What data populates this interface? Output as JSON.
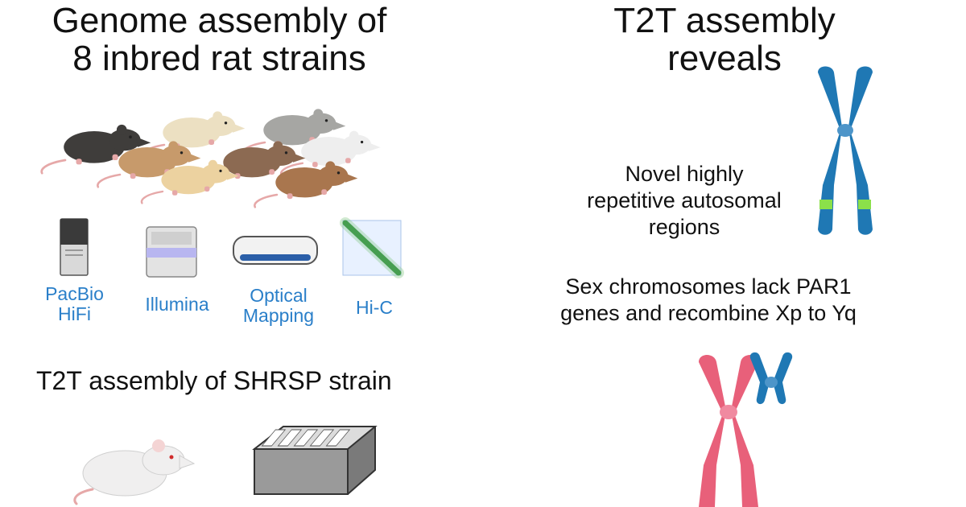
{
  "left_panel": {
    "title_line1": "Genome assembly of",
    "title_line2": "8 inbred rat strains",
    "technologies": [
      {
        "line1": "PacBio",
        "line2": "HiFi",
        "icon": "sequencer-icon"
      },
      {
        "line1": "Illumina",
        "line2": "",
        "icon": "illumina-sequencer-icon"
      },
      {
        "line1": "Optical",
        "line2": "Mapping",
        "icon": "optical-mapping-instrument-icon"
      },
      {
        "line1": "Hi-C",
        "line2": "",
        "icon": "hic-contact-map-icon"
      }
    ],
    "subtitle": "T2T assembly of SHRSP strain"
  },
  "right_panel": {
    "title_line1": "T2T assembly",
    "title_line2": "reveals",
    "finding1_line1": "Novel highly",
    "finding1_line2": "repetitive autosomal",
    "finding1_line3": "regions",
    "finding2_line1": "Sex chromosomes lack PAR1",
    "finding2_line2": "genes and recombine Xp to Yq"
  },
  "colors": {
    "tech_label": "#2a7fc9",
    "autosome": "#1f78b4",
    "repeat_region": "#8be04a",
    "x_chromosome": "#e8607a",
    "y_chromosome": "#1f78b4"
  }
}
